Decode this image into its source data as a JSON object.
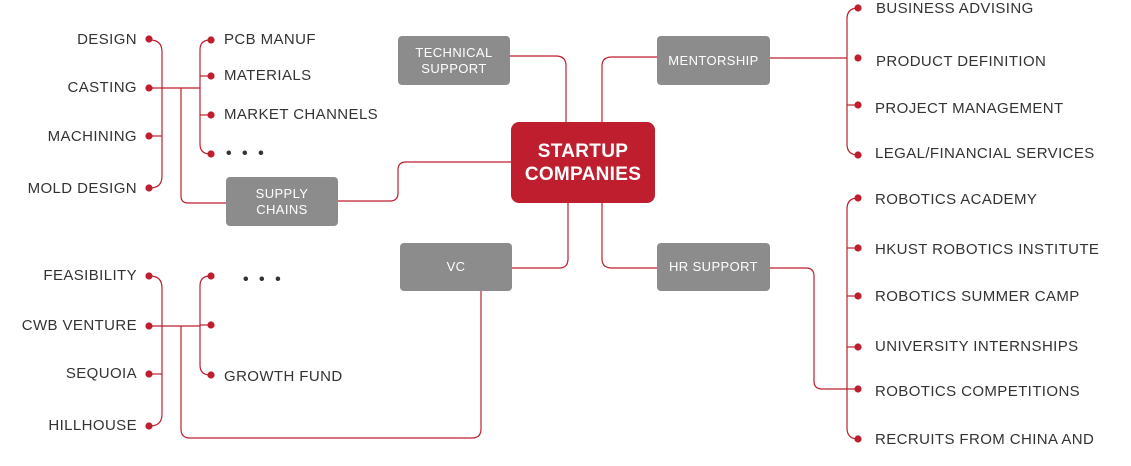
{
  "center": {
    "label": "STARTUP\nCOMPANIES"
  },
  "nodes": {
    "technical_support": "TECHNICAL\nSUPPORT",
    "mentorship": "MENTORSHIP",
    "supply_chains": "SUPPLY\nCHAINS",
    "vc": "VC",
    "hr_support": "HR SUPPORT"
  },
  "supply_left": [
    "DESIGN",
    "CASTING",
    "MACHINING",
    "MOLD DESIGN"
  ],
  "supply_right": [
    "PCB MANUF",
    "MATERIALS",
    "MARKET CHANNELS"
  ],
  "ellipsis": "• • •",
  "vc_left": [
    "FEASIBILITY",
    "CWB VENTURE",
    "SEQUOIA",
    "HILLHOUSE"
  ],
  "vc_right": [
    "GROWTH FUND"
  ],
  "mentorship_items": [
    "BUSINESS ADVISING",
    "PRODUCT DEFINITION",
    "PROJECT MANAGEMENT",
    "LEGAL/FINANCIAL SERVICES"
  ],
  "hr_items": [
    "ROBOTICS ACADEMY",
    "HKUST ROBOTICS INSTITUTE",
    "ROBOTICS SUMMER CAMP",
    "UNIVERSITY INTERNSHIPS",
    "ROBOTICS COMPETITIONS",
    "RECRUITS FROM CHINA AND"
  ],
  "colors": {
    "accent": "#be1e2d",
    "node": "#8c8c8c",
    "text": "#333333"
  }
}
